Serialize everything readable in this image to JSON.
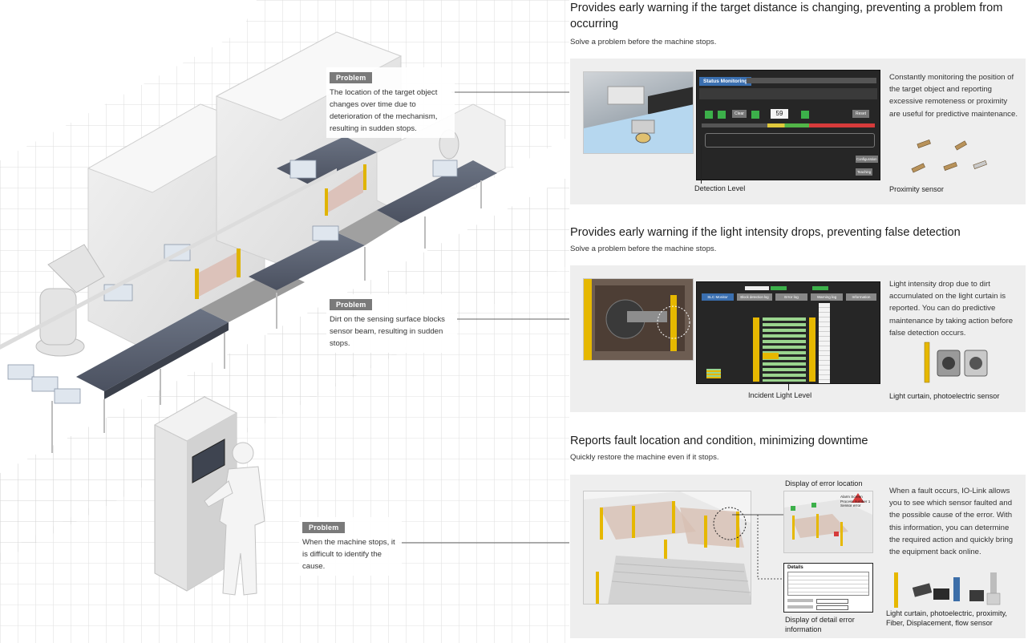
{
  "problems": [
    {
      "tag": "Problem",
      "text": "The location of the target object changes over time due to deterioration of the mechanism, resulting in sudden stops."
    },
    {
      "tag": "Problem",
      "text": "Dirt on the sensing surface blocks sensor beam, resulting in sudden stops."
    },
    {
      "tag": "Problem",
      "text": "When the machine stops, it is difficult to identify the cause."
    }
  ],
  "sections": [
    {
      "title": "Provides early warning if the target distance is changing, preventing a problem from occurring",
      "subtitle": "Solve a problem before the machine stops.",
      "caption": "Detection Level",
      "description": "Constantly monitoring the position of the target object and reporting excessive remoteness or proximity are useful for predictive maintenance.",
      "sensor_label": "Proximity sensor",
      "screen": {
        "header": "Status Monitoring",
        "detection_level": "59",
        "buttons": [
          "Clear",
          "Reset",
          "Configuration",
          "Teaching"
        ]
      }
    },
    {
      "title": "Provides early warning if the light intensity drops, preventing false detection",
      "subtitle": "Solve a problem before the machine stops.",
      "caption": "Incident Light Level",
      "description": "Light intensity drop due to dirt accumulated on the light curtain is reported. You can do predictive maintenance by taking action before false detection occurs.",
      "sensor_label": "Light curtain, photoelectric sensor",
      "screen": {
        "tabs": [
          "SLC Monitor",
          "Block detection log",
          "Error log",
          "Warning log",
          "Information"
        ]
      }
    },
    {
      "title": "Reports fault location and condition, minimizing downtime",
      "subtitle": "Quickly restore the machine even if it stops.",
      "error_location_label": "Display of error location",
      "error_detail_label": "Display of detail error information",
      "alarm_text": "Alarm Screen Process number 1 Sensor error",
      "details_title": "Details",
      "description": "When a fault occurs, IO-Link allows you to see which sensor faulted and the possible cause of the error. With this information, you can determine the required action and quickly bring the equipment back online.",
      "sensor_label": "Light curtain, photoelectric, proximity, Fiber, Displacement, flow sensor"
    }
  ]
}
